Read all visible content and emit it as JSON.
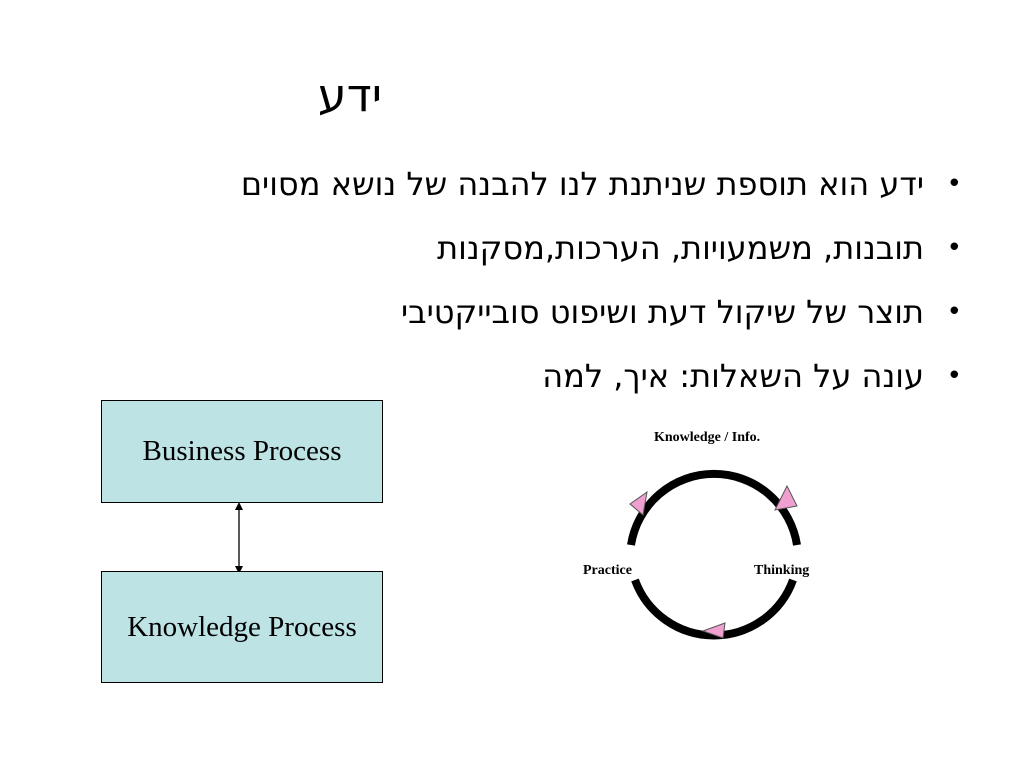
{
  "slide": {
    "title": "ידע",
    "bullets": [
      "ידע הוא תוספת שניתנת לנו להבנה של נושא מסוים",
      "תובנות, משמעויות, הערכות,מסקנות",
      "תוצר של שיקול דעת ושיפוט סובייקטיבי",
      "עונה על השאלות: איך, למה"
    ]
  },
  "process_diagram": {
    "top_box": "Business Process",
    "bottom_box": "Knowledge Process",
    "box_fill": "#bde3e5"
  },
  "cycle_diagram": {
    "top_label": "Knowledge / Info.",
    "right_label": "Thinking",
    "left_label": "Practice",
    "arrow_color": "#f0a0d0"
  }
}
